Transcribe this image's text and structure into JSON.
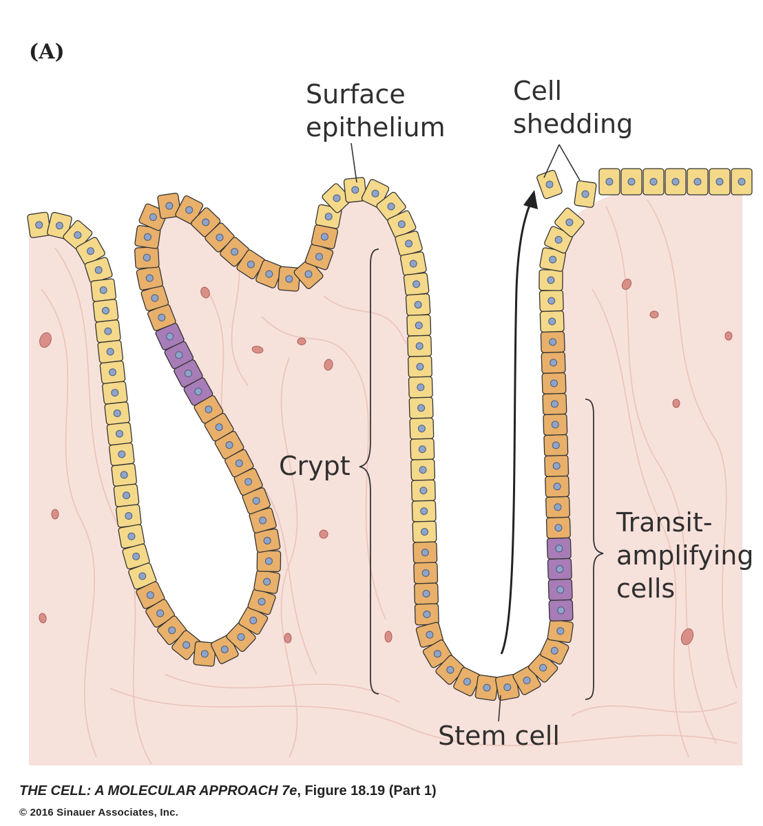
{
  "panel_label": "(A)",
  "labels": {
    "surface_epithelium": [
      "Surface",
      "epithelium"
    ],
    "cell_shedding": [
      "Cell",
      "shedding"
    ],
    "crypt": "Crypt",
    "transit_amplifying": [
      "Transit-",
      "amplifying",
      "cells"
    ],
    "stem_cell": "Stem cell"
  },
  "credit": {
    "book_title": "THE CELL: A MOLECULAR APPROACH 7e",
    "figure_ref": ", Figure 18.19 (Part 1)",
    "copyright": "© 2016 Sinauer Associates, Inc."
  },
  "colors": {
    "stroma": "#f7e1db",
    "fiber": "#e6b9ae",
    "surface_cell": "#f4d98a",
    "transit_cell": "#e8b06a",
    "stem_cell": "#a77cb7",
    "nucleus": "#8fa4c9",
    "outline": "#333333"
  }
}
